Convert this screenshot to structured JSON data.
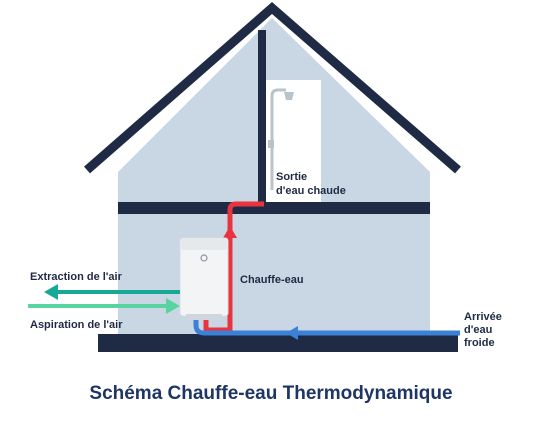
{
  "diagram": {
    "title": "Schéma Chauffe-eau Thermodynamique",
    "labels": {
      "hot_water_outlet_line1": "Sortie",
      "hot_water_outlet_line2": "d'eau chaude",
      "water_heater": "Chauffe-eau",
      "air_extraction": "Extraction de l'air",
      "air_intake": "Aspiration de l'air",
      "cold_water_inlet_line1": "Arrivée",
      "cold_water_inlet_line2": "d'eau",
      "cold_water_inlet_line3": "froide"
    },
    "colors": {
      "house_wall": "#c9d6e3",
      "house_outline": "#1f2a44",
      "shower_panel": "#ffffff",
      "heater_body": "#f3f4f5",
      "hot_pipe": "#e8343f",
      "cold_pipe": "#3b82d6",
      "air_extraction_arrow": "#17a896",
      "air_intake_arrow": "#58d4a0",
      "title_text": "#1f3566"
    }
  }
}
